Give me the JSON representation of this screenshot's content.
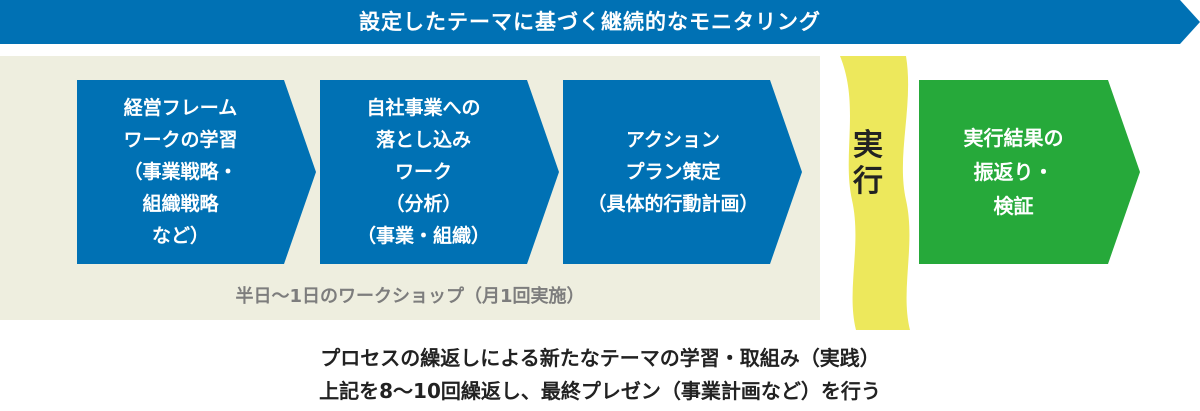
{
  "banner": {
    "title": "設定したテーマに基づく継続的なモニタリング"
  },
  "workshop": {
    "label": "半日～1日のワークショップ（月1回実施）",
    "steps": [
      {
        "lines": [
          "経営フレーム",
          "ワークの学習",
          "（事業戦略・",
          "組織戦略",
          "など）"
        ]
      },
      {
        "lines": [
          "自社事業への",
          "落とし込み",
          "ワーク",
          "（分析）",
          "（事業・組織）"
        ]
      },
      {
        "lines": [
          "アクション",
          "プラン策定",
          "（具体的行動計画）"
        ]
      }
    ]
  },
  "execution": {
    "chars": [
      "実",
      "行"
    ]
  },
  "result": {
    "lines": [
      "実行結果の",
      "振返り・",
      "検証"
    ]
  },
  "footer": {
    "line1": "プロセスの繰返しによる新たなテーマの学習・取組み（実践）",
    "line2": "上記を8～10回繰返し、最終プレゼン（事業計画など）を行う"
  },
  "colors": {
    "blue": "#0071b4",
    "green": "#26a93a",
    "yellow": "#ede85c",
    "beige": "#eeeedf"
  }
}
